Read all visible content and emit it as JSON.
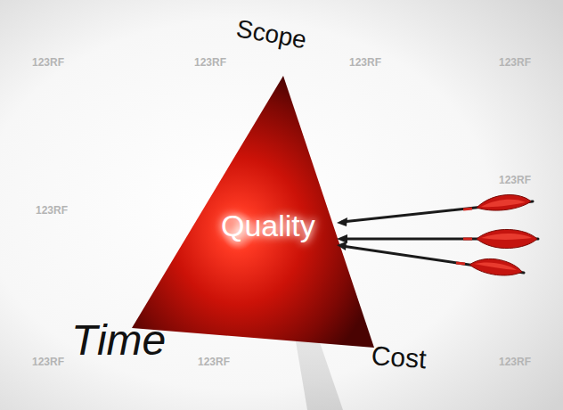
{
  "diagram": {
    "nodes": [
      {
        "text": [
          "Quality"
        ]
      }
    ],
    "labels": [
      "Scope",
      "Time",
      "Cost",
      "123RF",
      "123RF",
      "123RF",
      "123RF",
      "123RF",
      "123RF",
      "123RF",
      "123RF",
      "123RF"
    ]
  }
}
